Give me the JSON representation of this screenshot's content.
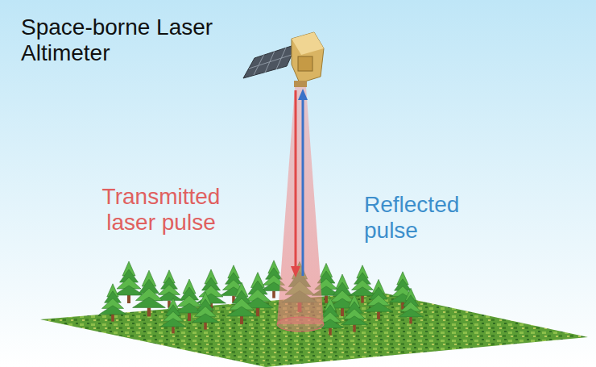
{
  "diagram": {
    "labels": [
      "Space-borne Laser Altimeter",
      "Transmitted laser pulse",
      "Reflected pulse"
    ]
  }
}
